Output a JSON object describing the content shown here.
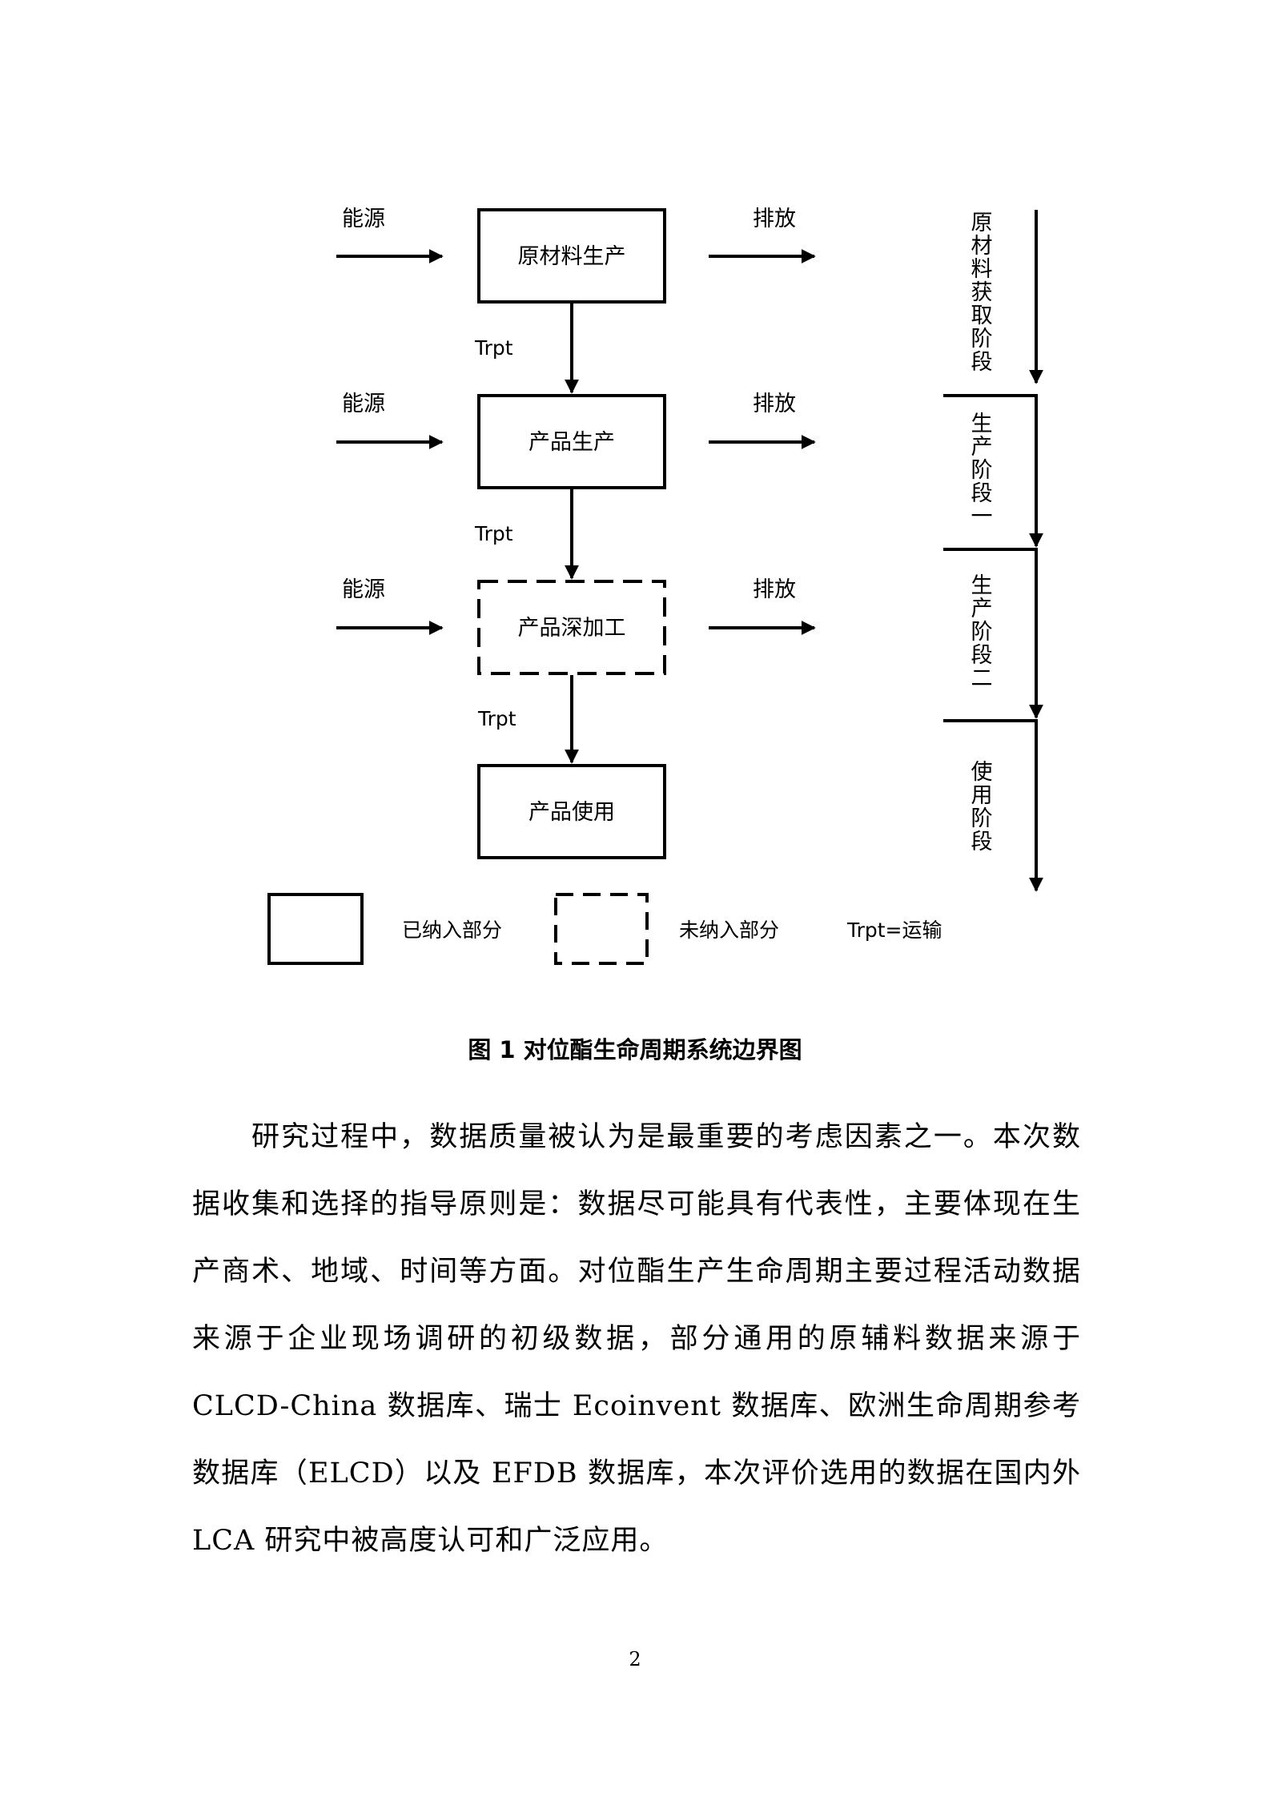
{
  "figure": {
    "rows": [
      {
        "input": "能源",
        "process": "原材料生产",
        "output": "排放",
        "included": true
      },
      {
        "input": "能源",
        "process": "产品生产",
        "output": "排放",
        "included": true
      },
      {
        "input": "能源",
        "process": "产品深加工",
        "output": "排放",
        "included": false
      },
      {
        "process": "产品使用",
        "included": true
      }
    ],
    "transport_labels": [
      "Trpt",
      "Trpt",
      "Trpt"
    ],
    "stages": [
      "原材料获取阶段",
      "生产阶段一",
      "生产阶段二",
      "使用阶段"
    ],
    "legend": {
      "included": "已纳入部分",
      "excluded": "未纳入部分",
      "note": "Trpt=运输"
    }
  },
  "caption": "图 1  对位酯生命周期系统边界图",
  "paragraph": "研究过程中，数据质量被认为是最重要的考虑因素之一。本次数据收集和选择的指导原则是：数据尽可能具有代表性，主要体现在生产商术、地域、时间等方面。对位酯生产生命周期主要过程活动数据来源于企业现场调研的初级数据，部分通用的原辅料数据来源于 CLCD-China 数据库、瑞士 Ecoinvent 数据库、欧洲生命周期参考数据库（ELCD）以及 EFDB 数据库，本次评价选用的数据在国内外 LCA 研究中被高度认可和广泛应用。",
  "page_number": "2"
}
